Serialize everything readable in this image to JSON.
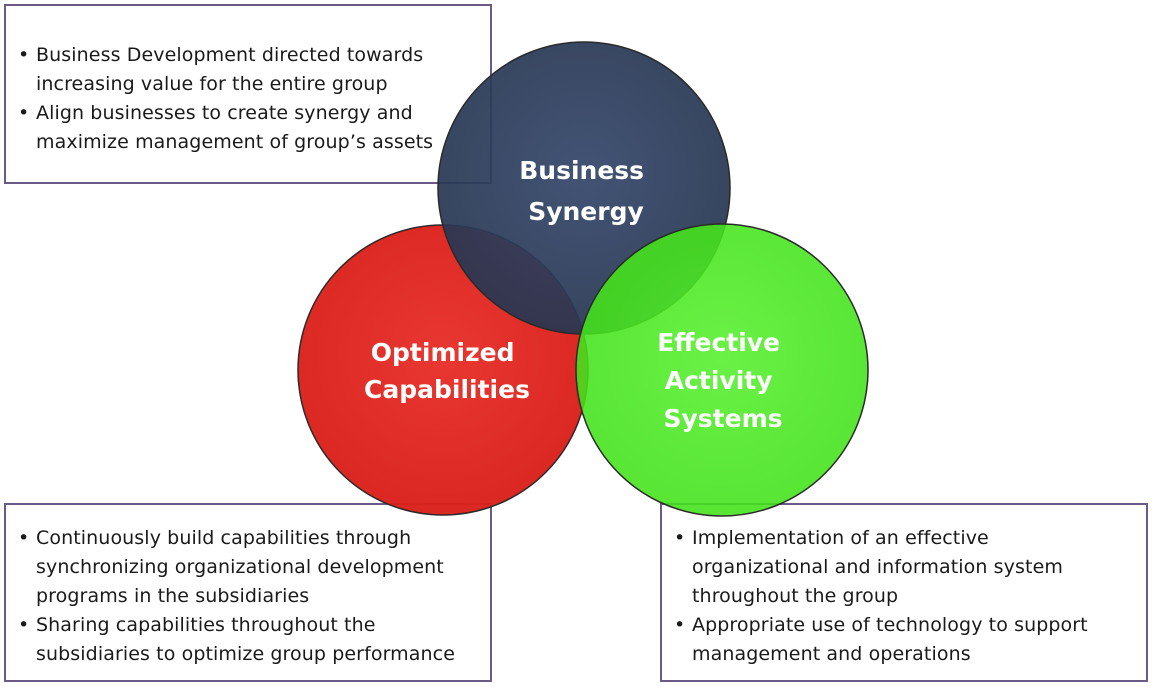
{
  "circles": [
    {
      "id": "business-synergy",
      "label_lines": [
        "Business",
        "Synergy"
      ],
      "color": "#2b3b58"
    },
    {
      "id": "optimized-capabilities",
      "label_lines": [
        "Optimized",
        "Capabilities"
      ],
      "color": "#e0221c"
    },
    {
      "id": "effective-activity-systems",
      "label_lines": [
        "Effective",
        "Activity",
        "Systems"
      ],
      "color": "#44e81b"
    }
  ],
  "boxes": {
    "business_synergy": {
      "bullets": [
        [
          "Business Development  directed towards",
          "increasing value for the entire group"
        ],
        [
          "Align businesses to create synergy and",
          "maximize  management  of group’s assets"
        ]
      ]
    },
    "optimized_capabilities": {
      "bullets": [
        [
          "Continuously build capabilities through",
          "synchronizing organizational development",
          "programs in the subsidiaries"
        ],
        [
          "Sharing capabilities throughout  the",
          "subsidiaries to optimize group performance"
        ]
      ]
    },
    "effective_activity_systems": {
      "bullets": [
        [
          "Implementation of an effective",
          "organizational and information system",
          "throughout the group"
        ],
        [
          "Appropriate use of technology to support",
          "management and operations"
        ]
      ]
    }
  },
  "colors": {
    "box_border": "#6b5a86"
  }
}
